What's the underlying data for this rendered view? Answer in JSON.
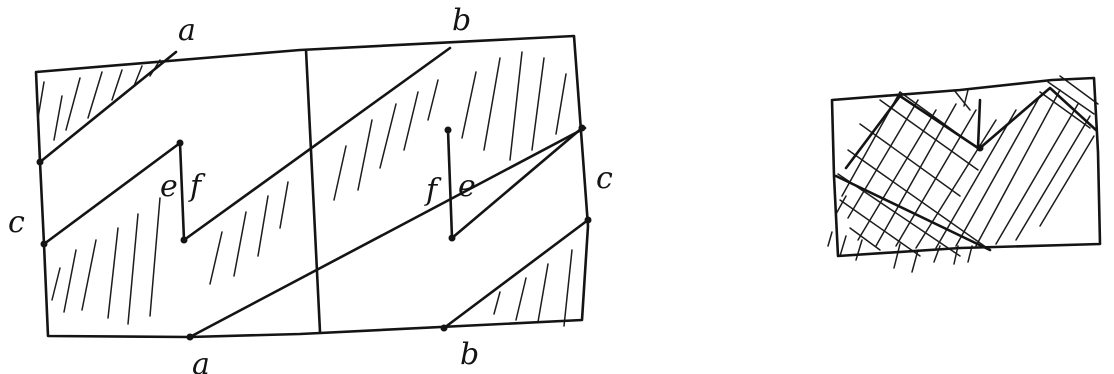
{
  "left_figure": {
    "labels": {
      "top_a": "a",
      "top_b": "b",
      "left_c": "c",
      "right_c": "c",
      "bottom_a": "a",
      "bottom_b": "b",
      "inner_e1": "e",
      "inner_f1": "f",
      "inner_f2": "f",
      "inner_e2": "e"
    }
  },
  "right_figure": {}
}
